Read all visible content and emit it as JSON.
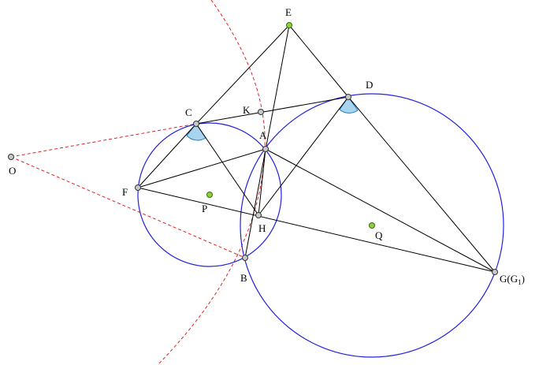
{
  "diagram": {
    "labels": {
      "E": "E",
      "D": "D",
      "K": "K",
      "C": "C",
      "A": "A",
      "O": "O",
      "F": "F",
      "P": "P",
      "H": "H",
      "Q": "Q",
      "B": "B",
      "G": "G(G",
      "G_sub": "1",
      "G_close": ")"
    }
  },
  "colors": {
    "circles": "#2222dd",
    "segments": "#000000",
    "dashed": "#dd2222",
    "angle_fill": "#a8d4f0",
    "center_points": "#8fd13a"
  }
}
